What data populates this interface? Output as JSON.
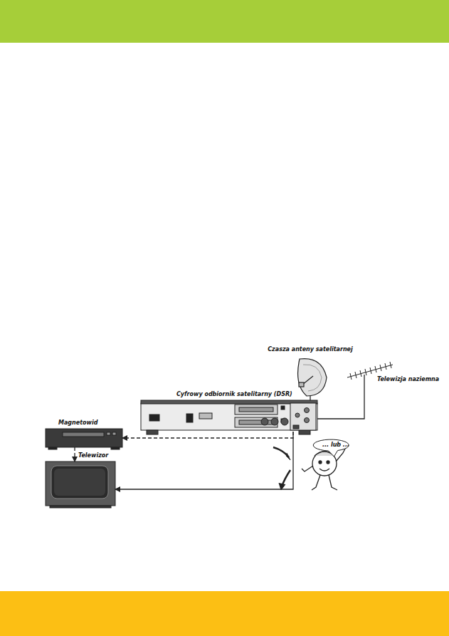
{
  "diagram": {
    "nodes": [
      {
        "text": [
          "Czasza anteny satelitarnej"
        ]
      },
      {
        "text": [
          "Telewizja naziemna"
        ]
      },
      {
        "text": [
          "Cyfrowy odbiornik satelitarny (DSR)"
        ]
      },
      {
        "text": [
          "Magnetowid"
        ]
      },
      {
        "text": [
          "Telewizor"
        ]
      },
      {
        "text": [
          "... lub ..."
        ]
      }
    ],
    "edges": [
      {
        "from": 0,
        "to": 2,
        "arrow": "none"
      },
      {
        "from": 1,
        "to": 2,
        "arrow": "none"
      },
      {
        "from": 2,
        "to": 3,
        "arrow": "to"
      },
      {
        "from": 3,
        "to": 4,
        "arrow": "to"
      },
      {
        "from": 2,
        "to": 4,
        "arrow": "to"
      }
    ]
  }
}
